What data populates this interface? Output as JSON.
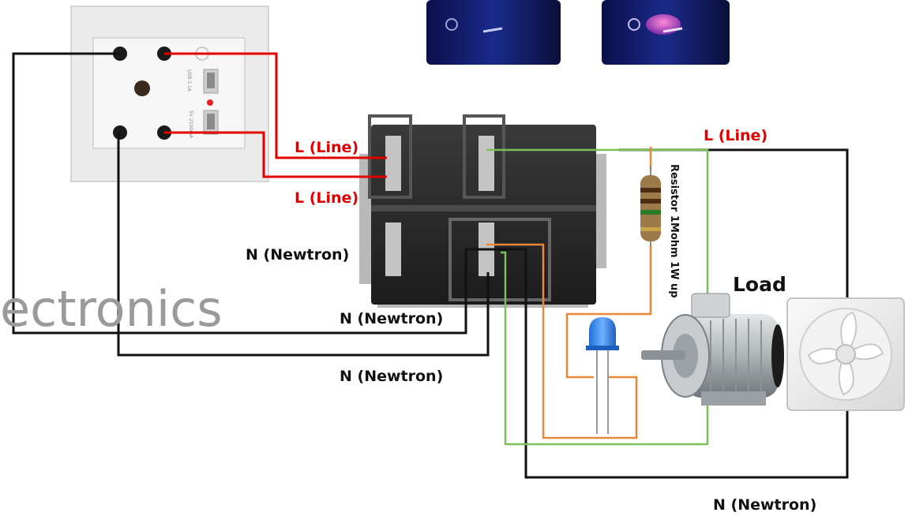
{
  "labels": {
    "line_top_right": "L (Line)",
    "line_switch_1": "L (Line)",
    "line_switch_2": "L (Line)",
    "neutral_switch": "N (Newtron)",
    "neutral_mid": "N (Newtron)",
    "neutral_lower": "N (Newtron)",
    "neutral_bottom": "N (Newtron)",
    "load": "Load",
    "resistor": "Resistor 1Mohm 1W up"
  },
  "watermark": "ectronics",
  "socket": {
    "usb_caption": "USB 2.1A",
    "rating": "5V 2100mA"
  },
  "colors": {
    "line_wire": "#e00000",
    "neutral_wire": "#111111",
    "led_wire": "#e8893a",
    "switch_wire": "#7dc05a",
    "label_red": "#e00000"
  }
}
